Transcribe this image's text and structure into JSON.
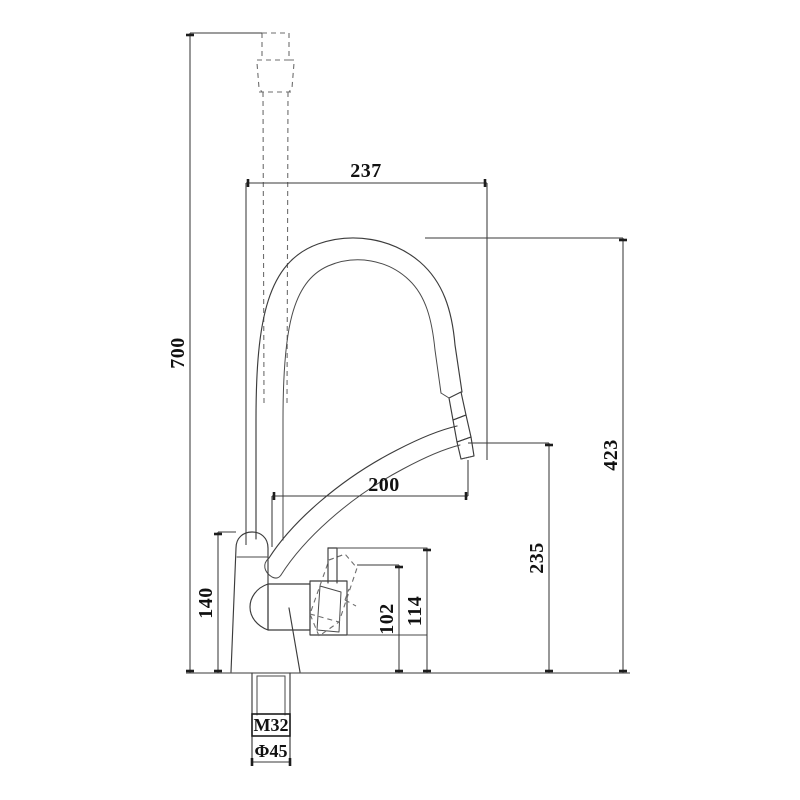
{
  "drawing": {
    "title": "Kitchen Faucet Technical Dimension Drawing",
    "type": "engineering-line-drawing",
    "units": "mm",
    "background_color": "#ffffff",
    "line_color": "#3c3c3c",
    "hidden_line_color": "#6e6e6e",
    "text_color": "#111111",
    "product": "single-lever pull-out kitchen mixer tap"
  },
  "dimensions": {
    "overall_height": {
      "label": "700",
      "orientation": "vertical",
      "position": "left",
      "description": "total height including extended pull-out spray wand"
    },
    "spout_reach_top": {
      "label": "237",
      "orientation": "horizontal",
      "position": "top",
      "description": "overall horizontal extent of body and spout"
    },
    "spout_height": {
      "label": "423",
      "orientation": "vertical",
      "position": "far-right",
      "description": "height from base to top of gooseneck arc"
    },
    "spout_projection": {
      "label": "200",
      "orientation": "horizontal",
      "position": "middle",
      "description": "horizontal projection to spout outlet centre"
    },
    "outlet_height": {
      "label": "235",
      "orientation": "vertical",
      "position": "right",
      "description": "height from base to spout outlet"
    },
    "handle_clearance": {
      "label": "114",
      "orientation": "vertical",
      "position": "inner-right",
      "description": "height to top of lever handle bracket"
    },
    "handle_height": {
      "label": "102",
      "orientation": "vertical",
      "position": "inner-right",
      "description": "height of lever handle travel"
    },
    "body_height": {
      "label": "140",
      "orientation": "vertical",
      "position": "inner-left",
      "description": "height of faucet body / valve housing"
    },
    "thread_size": {
      "label": "M32",
      "orientation": "horizontal",
      "position": "bottom",
      "description": "mounting shank thread designation"
    },
    "base_diameter": {
      "label": "Φ45",
      "orientation": "horizontal",
      "position": "bottom",
      "description": "base / escutcheon outer diameter"
    }
  },
  "features": [
    {
      "name": "pull-out-spray-wand",
      "style": "hidden-dashed",
      "note": "shown raised above spout in phantom position"
    },
    {
      "name": "gooseneck-spout-arc",
      "style": "solid"
    },
    {
      "name": "spout-outlet-nozzle",
      "style": "solid"
    },
    {
      "name": "faucet-body",
      "style": "solid"
    },
    {
      "name": "lever-handle",
      "style": "solid"
    },
    {
      "name": "lever-handle-raised",
      "style": "hidden-dashed"
    },
    {
      "name": "mounting-shank",
      "style": "solid"
    },
    {
      "name": "baseline",
      "style": "solid"
    }
  ]
}
